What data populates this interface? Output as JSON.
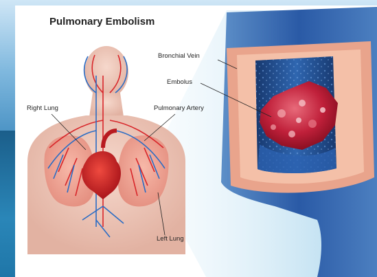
{
  "title": "Pulmonary Embolism",
  "labels": {
    "right_lung": "Right Lung",
    "pulmonary_artery": "Pulmonary Artery",
    "left_lung": "Left Lung",
    "bronchial_vein": "Bronchial Vein",
    "embolus": "Embolus"
  },
  "colors": {
    "vessel_wall": "#f2b8a0",
    "vessel_lumen": "#1d4c8c",
    "clot": "#c0203a",
    "artery": "#d8262a",
    "vein": "#2a6cc4",
    "skin": "#ecc4b4",
    "lung": "#f0a898"
  }
}
